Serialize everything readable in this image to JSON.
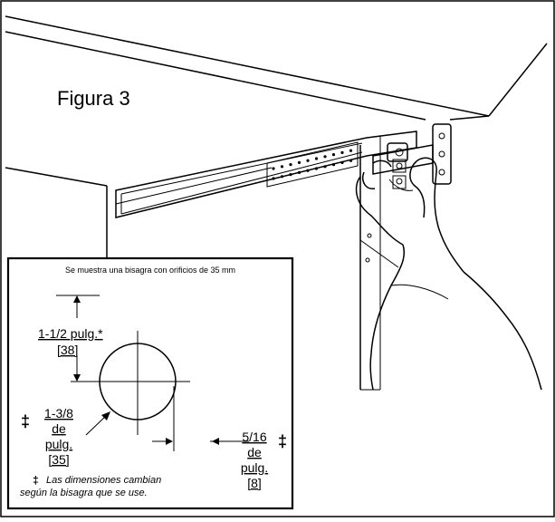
{
  "figure_title": "Figura 3",
  "inset": {
    "caption": "Se muestra una bisagra con orificios de 35 mm",
    "dim_vertical": {
      "imperial": "1-1/2 pulg.*",
      "metric": "[38]"
    },
    "dim_diameter": {
      "marker": "‡",
      "line1": "1-3/8",
      "line2": "de",
      "line3": "pulg.",
      "metric": "[35]"
    },
    "dim_edge": {
      "marker": "‡",
      "line1": "5/16",
      "line2": "de",
      "line3": "pulg.",
      "metric": "[8]"
    },
    "footnote": {
      "marker": "‡",
      "line1": "Las dimensiones cambian",
      "line2": "según la bisagra que se use."
    }
  }
}
